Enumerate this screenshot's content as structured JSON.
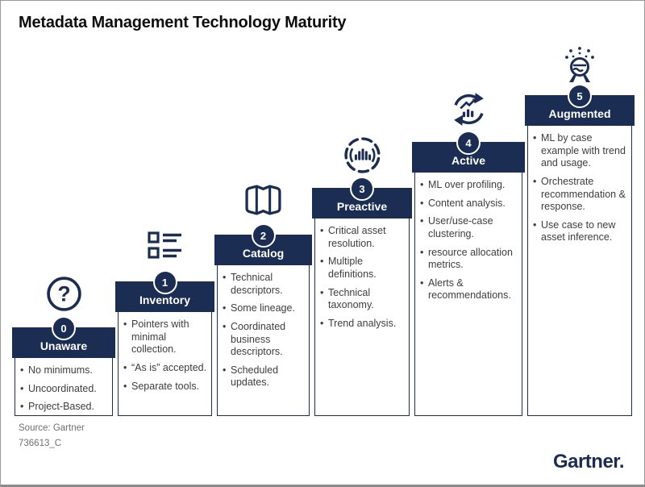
{
  "title": "Metadata Management Technology Maturity",
  "source": {
    "line1": "Source: Gartner",
    "line2": "736613_C"
  },
  "brand": "Gartner.",
  "colors": {
    "navy": "#1b2d52",
    "body_text": "#3d3d3d",
    "muted_gray": "#6e6e6e"
  },
  "columns": [
    {
      "level": "0",
      "name": "Unaware",
      "icon": "question-circle-icon",
      "bullets": [
        "No minimums.",
        "Uncoordinated.",
        "Project-Based."
      ]
    },
    {
      "level": "1",
      "name": "Inventory",
      "icon": "checklist-icon",
      "bullets": [
        "Pointers with minimal collection.",
        "“As is” accepted.",
        "Separate tools."
      ]
    },
    {
      "level": "2",
      "name": "Catalog",
      "icon": "folded-map-icon",
      "bullets": [
        "Technical descriptors.",
        "Some lineage.",
        "Coordinated business descriptors.",
        "Scheduled updates."
      ]
    },
    {
      "level": "3",
      "name": "Preactive",
      "icon": "bar-chart-circle-icon",
      "bullets": [
        "Critical asset resolution.",
        "Multiple definitions.",
        "Technical taxonomy.",
        "Trend analysis."
      ]
    },
    {
      "level": "4",
      "name": "Active",
      "icon": "cycle-trend-chart-icon",
      "bullets": [
        "ML over profiling.",
        "Content analysis.",
        "User/use-case clustering.",
        "resource allocation metrics.",
        "Alerts & recommendations."
      ]
    },
    {
      "level": "5",
      "name": "Augmented",
      "icon": "robot-sparks-icon",
      "bullets": [
        "ML by case example with trend and usage.",
        "Orchestrate recommendation & response.",
        "Use case to new asset inference."
      ]
    }
  ]
}
